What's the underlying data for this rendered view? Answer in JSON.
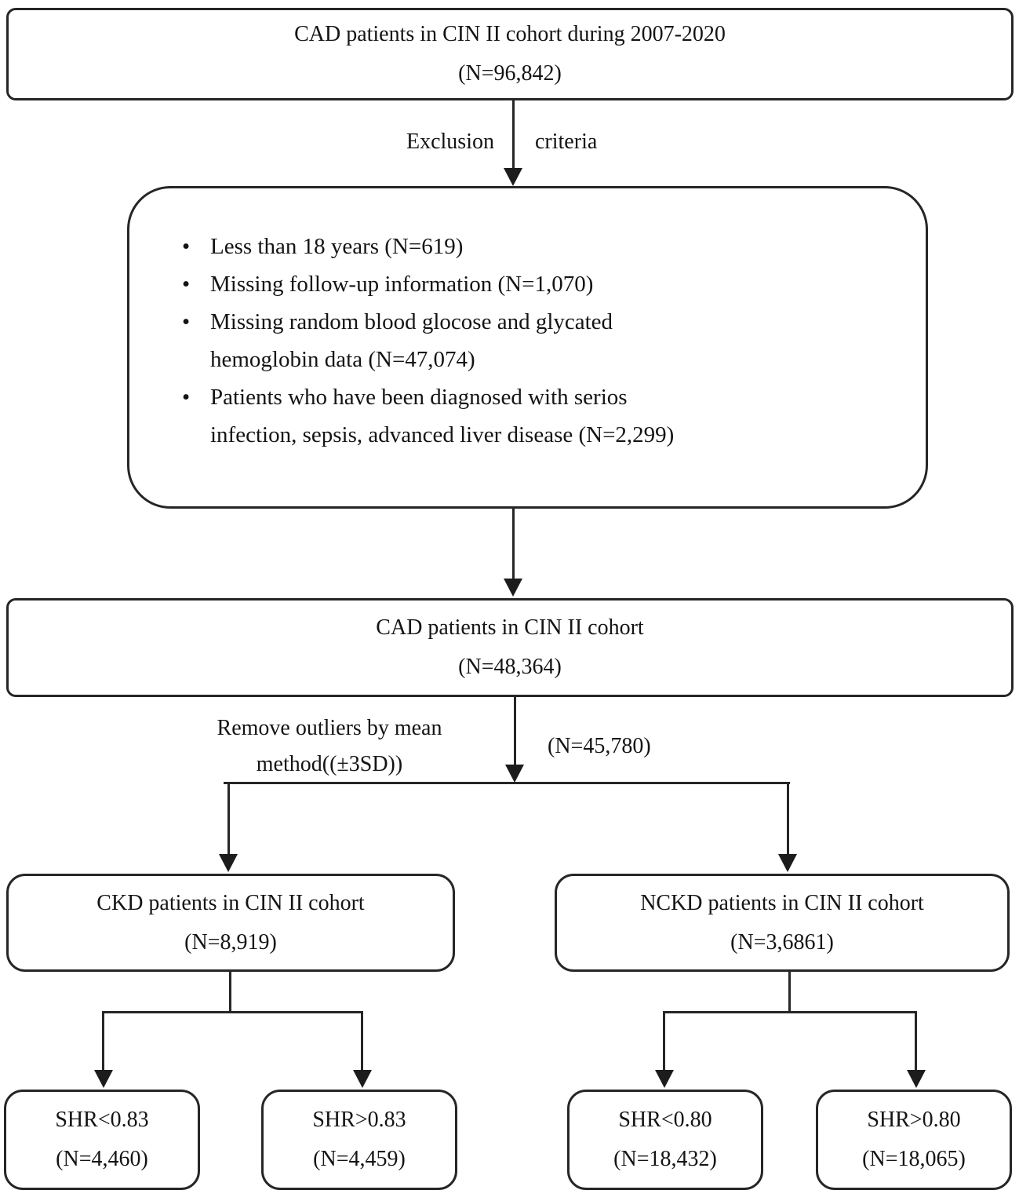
{
  "diagram": {
    "colors": {
      "line": "#262626",
      "text": "#141414",
      "background": "#ffffff"
    },
    "top_box": {
      "line1": "CAD patients in CIN II cohort during 2007-2020",
      "line2": "(N=96,842)"
    },
    "exclusion_connector": {
      "label_left": "Exclusion",
      "label_right": "criteria"
    },
    "exclusion_box": {
      "bullets": [
        "Less than 18 years (N=619)",
        "Missing follow-up information (N=1,070)",
        "Missing random blood glocose and glycated\nhemoglobin data (N=47,074)",
        "Patients who have been diagnosed with serios\ninfection, sepsis, advanced liver disease (N=2,299)"
      ]
    },
    "middle_box": {
      "line1": "CAD patients in CIN II cohort",
      "line2": "(N=48,364)"
    },
    "remove_outliers": {
      "note": "Remove outliers by mean\nmethod((±3SD))",
      "n_label": "(N=45,780)"
    },
    "ckd_box": {
      "line1": "CKD patients in CIN II cohort",
      "line2": "(N=8,919)"
    },
    "nckd_box": {
      "line1": "NCKD patients in CIN II cohort",
      "line2": "(N=3,6861)"
    },
    "shr_boxes": [
      {
        "line1": "SHR<0.83",
        "line2": "(N=4,460)"
      },
      {
        "line1": "SHR>0.83",
        "line2": "(N=4,459)"
      },
      {
        "line1": "SHR<0.80",
        "line2": "(N=18,432)"
      },
      {
        "line1": "SHR>0.80",
        "line2": "(N=18,065)"
      }
    ]
  }
}
